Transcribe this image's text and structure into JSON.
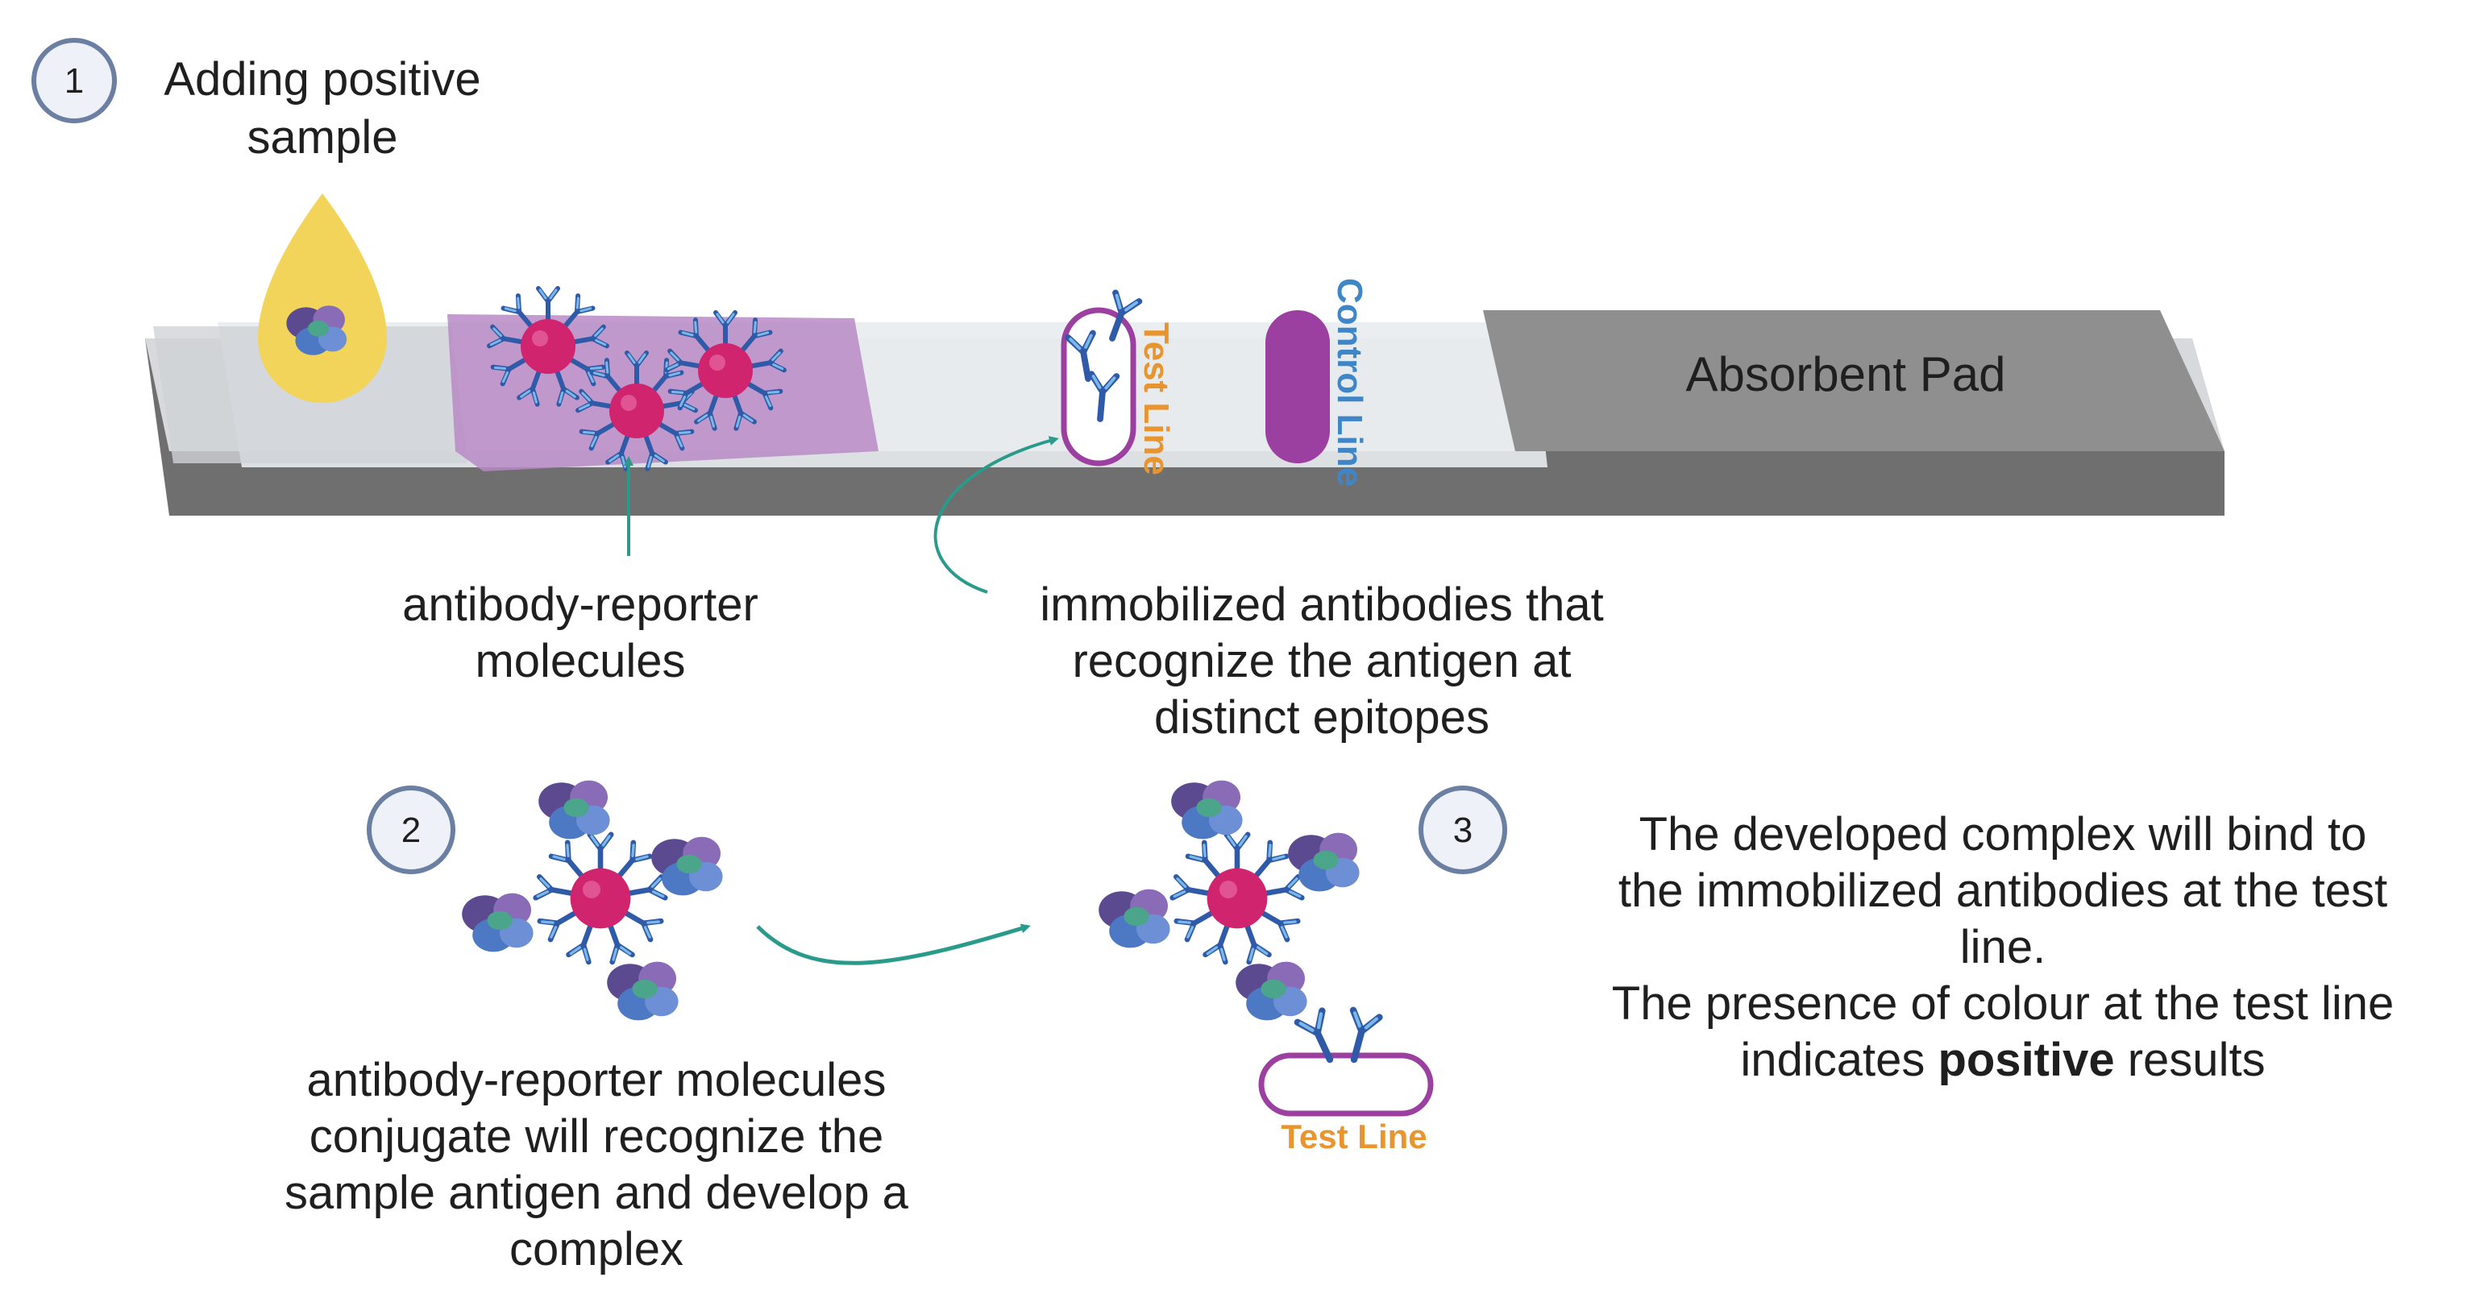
{
  "steps": [
    {
      "number": "1",
      "title_lines": [
        "Adding positive",
        "sample"
      ]
    },
    {
      "number": "2",
      "caption_lines": [
        "antibody-reporter molecules",
        "conjugate will recognize the",
        "sample antigen and develop a",
        "complex"
      ]
    },
    {
      "number": "3",
      "lines": [
        "The developed complex will bind to",
        "the immobilized antibodies at the test",
        "line."
      ],
      "line4": "The presence of colour at the test line",
      "line5_pre": "indicates ",
      "line5_bold": "positive",
      "line5_post": " results"
    }
  ],
  "strip": {
    "test_line": "Test Line",
    "control_line": "Control Line",
    "absorbent_pad": "Absorbent Pad"
  },
  "labels": {
    "reporter_lines": [
      "antibody-reporter",
      "molecules"
    ],
    "immobilized_lines": [
      "immobilized antibodies that",
      "recognize the antigen at",
      "distinct epitopes"
    ],
    "test_line_small": "Test Line"
  },
  "colors": {
    "circle_fill": "#eef2f8",
    "circle_stroke": "#6b7fa3",
    "reporter_core": "#d0246f",
    "antibody_blue": "#2e5aa8",
    "conjugate_pad": "#b88ac6",
    "test_line_orange": "#e8952f",
    "control_line_blue": "#3f86c8",
    "line_purple": "#9b3fa0",
    "arrow_teal": "#2a9a8a",
    "drop_yellow": "#f3d45a",
    "pad_gray": "#8f8f8f"
  }
}
